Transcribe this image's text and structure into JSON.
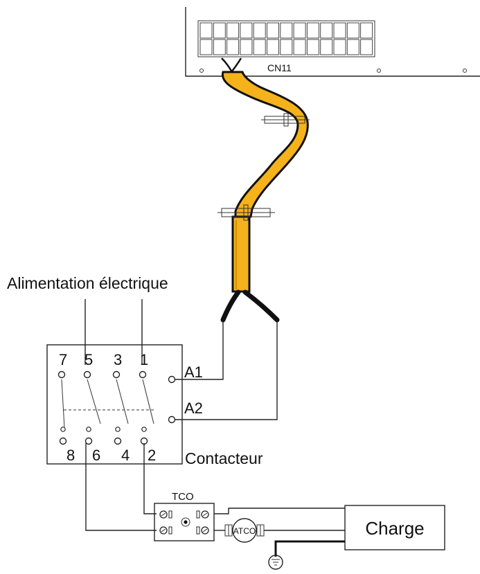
{
  "labels": {
    "connector": "CN11",
    "power_supply": "Alimentation électrique",
    "contactor": "Contacteur",
    "coil_a1": "A1",
    "coil_a2": "A2",
    "tco": "TCO",
    "atco": "ATCO",
    "load": "Charge"
  },
  "terminals_top": [
    "7",
    "5",
    "3",
    "1"
  ],
  "terminals_bottom": [
    "8",
    "6",
    "4",
    "2"
  ],
  "colors": {
    "cable": "#F5B21B",
    "outline": "#111111"
  }
}
